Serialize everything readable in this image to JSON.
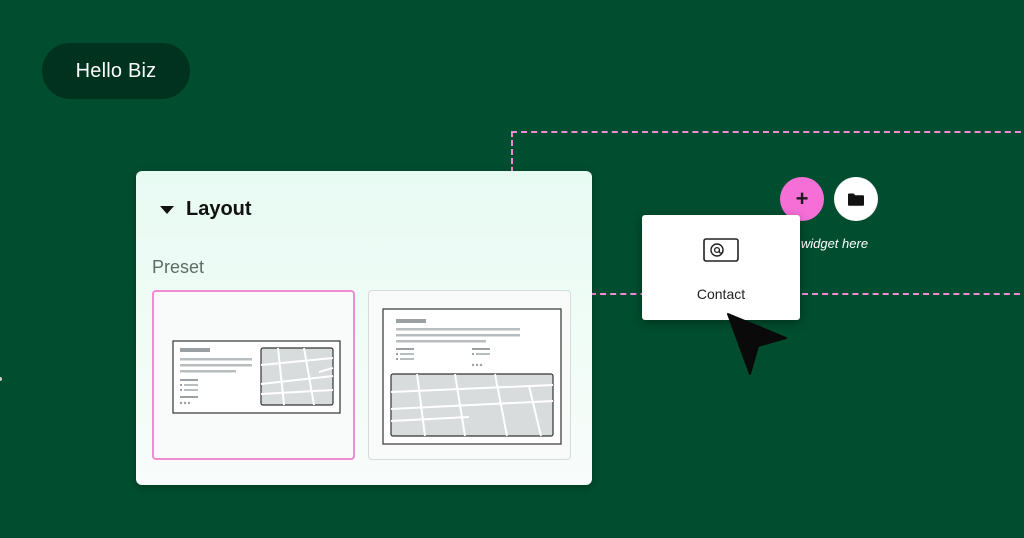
{
  "brand_pill": {
    "label": "Hello Biz"
  },
  "canvas": {
    "drop_hint": "g widget here",
    "add_button_label": "+",
    "folder_icon": "folder-icon"
  },
  "layout_panel": {
    "title": "Layout",
    "section_label": "Preset",
    "presets": [
      {
        "name": "text-left-map-right",
        "selected": true
      },
      {
        "name": "text-top-map-bottom",
        "selected": false
      }
    ]
  },
  "dragged_widget": {
    "label": "Contact",
    "icon": "at-sign-envelope-icon"
  },
  "colors": {
    "background": "#004d2f",
    "pill": "#003220",
    "accent_pink": "#f56fd7",
    "dashed_outline": "#f28ad4",
    "panel_bg": "#e8fbf3"
  }
}
